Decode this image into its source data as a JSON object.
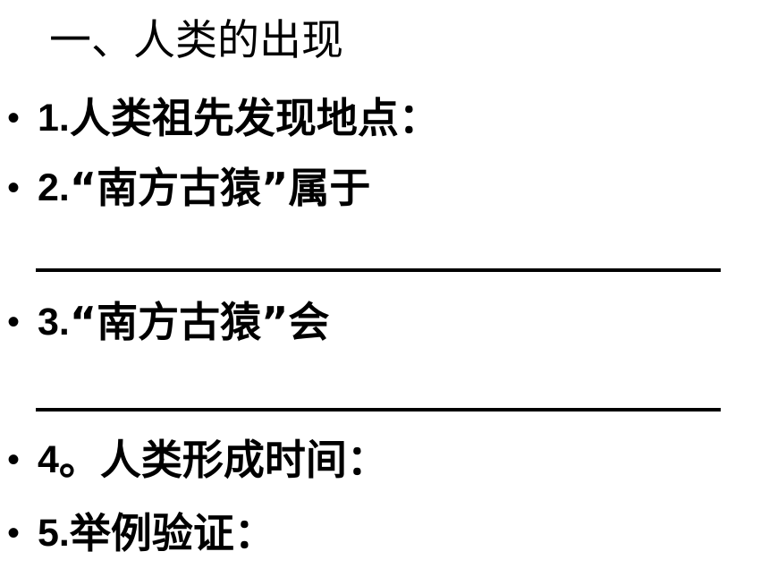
{
  "title": "一、人类的出现",
  "bullet_symbol": "•",
  "items": [
    {
      "number": "1.",
      "text": "人类祖先发现地点："
    },
    {
      "number": "2.",
      "text": "“南方古猿”属于"
    },
    {
      "number": "3.",
      "text": "“南方古猿”会"
    },
    {
      "number": "4",
      "text": "。人类形成时间："
    },
    {
      "number": "5.",
      "text": "举例验证："
    }
  ]
}
